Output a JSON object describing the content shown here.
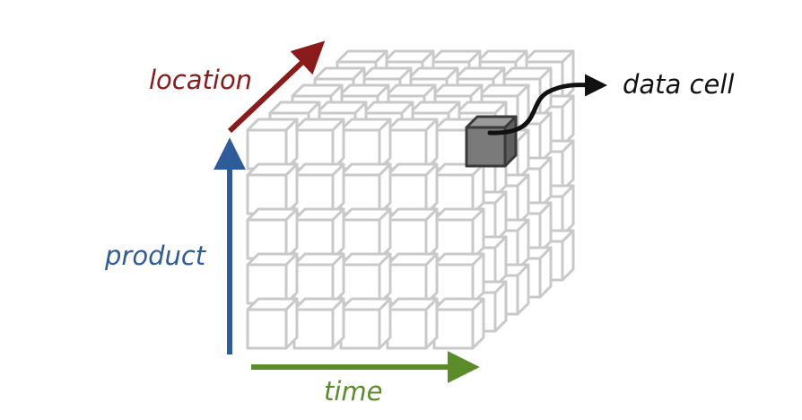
{
  "labels": {
    "location": "location",
    "product": "product",
    "time": "time",
    "data_cell": "data cell"
  },
  "grid": {
    "columns": 5,
    "rows": 5,
    "depth": 5,
    "highlight": {
      "column": 4,
      "row": 0,
      "depth": 0
    }
  },
  "colors": {
    "location": "#8b1a1a",
    "product": "#2e5c9a",
    "time": "#5b8c2a",
    "data_cell_label": "#111111",
    "cube_stroke": "#c9c9c9",
    "cube_fill": "#ffffff",
    "highlight_front": "#7a7a7a",
    "highlight_top": "#9a9a9a",
    "highlight_side": "#5e5e5e",
    "highlight_stroke": "#3a3a3a",
    "pointer": "#111111"
  }
}
